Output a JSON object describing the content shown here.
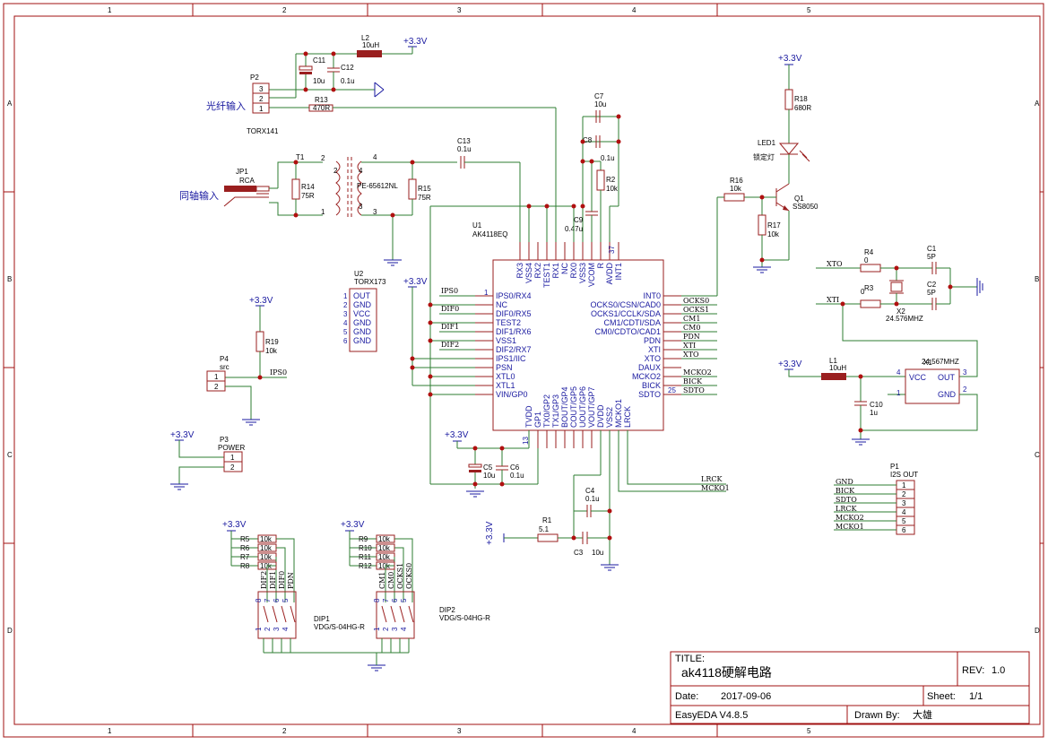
{
  "frame": {
    "cols": [
      "1",
      "2",
      "3",
      "4",
      "5"
    ],
    "rows": [
      "A",
      "B",
      "C",
      "D"
    ]
  },
  "title_block": {
    "title_label": "TITLE:",
    "title": "ak4118硬解电路",
    "rev_label": "REV:",
    "rev": "1.0",
    "date_label": "Date:",
    "date": "2017-09-06",
    "sheet_label": "Sheet:",
    "sheet": "1/1",
    "tool": "EasyEDA V4.8.5",
    "drawn_label": "Drawn By:",
    "drawn_by": "大雄"
  },
  "labels": {
    "optical_input": "光纤输入",
    "coax_input": "同轴输入",
    "lock_led_label": "锁定灯"
  },
  "power": {
    "v33": "+3.3V"
  },
  "components": {
    "L2": {
      "ref": "L2",
      "val": "10uH"
    },
    "C11": {
      "ref": "C11",
      "val": "10u"
    },
    "C12": {
      "ref": "C12",
      "val": "0.1u"
    },
    "R13": {
      "ref": "R13",
      "val": "470R"
    },
    "P2": {
      "ref": "P2",
      "pins": [
        "3",
        "2",
        "1"
      ]
    },
    "TORX141": "TORX141",
    "T1": {
      "ref": "T1",
      "pins": [
        "2",
        "1",
        "4",
        "3"
      ]
    },
    "JP1": {
      "ref": "JP1",
      "val": "RCA"
    },
    "R14": {
      "ref": "R14",
      "val": "75R"
    },
    "PE": "PE-65612NL",
    "R15": {
      "ref": "R15",
      "val": "75R"
    },
    "C13": {
      "ref": "C13",
      "val": "0.1u"
    },
    "C7": {
      "ref": "C7",
      "val": "10u"
    },
    "C8": {
      "ref": "C8",
      "val": "0.1u"
    },
    "R2": {
      "ref": "R2",
      "val": "10k"
    },
    "C9": {
      "ref": "C9",
      "val": "0.47u"
    },
    "U1": {
      "ref": "U1",
      "val": "AK4118EQ"
    },
    "U2": {
      "ref": "U2",
      "val": "TORX173",
      "pins": [
        "OUT",
        "GND",
        "VCC",
        "GND",
        "GND",
        "GND"
      ],
      "nums": [
        "1",
        "2",
        "3",
        "4",
        "5",
        "6"
      ]
    },
    "P4": {
      "ref": "P4",
      "val": "src",
      "pins": [
        "1",
        "2"
      ]
    },
    "R19": {
      "ref": "R19",
      "val": "10k"
    },
    "P3": {
      "ref": "P3",
      "val": "POWER",
      "pins": [
        "1",
        "2"
      ]
    },
    "R18": {
      "ref": "R18",
      "val": "680R"
    },
    "LED1": {
      "ref": "LED1"
    },
    "Q1": {
      "ref": "Q1",
      "val": "SS8050"
    },
    "R16": {
      "ref": "R16",
      "val": "10k"
    },
    "R17": {
      "ref": "R17",
      "val": "10k"
    },
    "R4": {
      "ref": "R4",
      "val": "0"
    },
    "R3": {
      "ref": "R3",
      "val": "0"
    },
    "C1": {
      "ref": "C1",
      "val": "5P"
    },
    "C2": {
      "ref": "C2",
      "val": "5P"
    },
    "X2": {
      "ref": "X2",
      "val": "24.576MHZ"
    },
    "X1": {
      "ref": "X1",
      "val": "24.567MHZ",
      "pins": [
        "VCC",
        "OUT",
        "GND"
      ],
      "nums": [
        "4",
        "3",
        "1",
        "2"
      ]
    },
    "L1": {
      "ref": "L1",
      "val": "10uH"
    },
    "C10": {
      "ref": "C10",
      "val": "1u"
    },
    "C5": {
      "ref": "C5",
      "val": "10u"
    },
    "C6": {
      "ref": "C6",
      "val": "0.1u"
    },
    "C4": {
      "ref": "C4",
      "val": "0.1u"
    },
    "C3": {
      "ref": "C3",
      "val": "10u"
    },
    "R1": {
      "ref": "R1",
      "val": "5.1"
    },
    "P1": {
      "ref": "P1",
      "val": "I2S OUT",
      "pins": [
        "1",
        "2",
        "3",
        "4",
        "5",
        "6"
      ],
      "nets": [
        "GND",
        "BICK",
        "SDTO",
        "LRCK",
        "MCKO2",
        "MCKO1"
      ]
    },
    "R5": "R5",
    "R6": "R6",
    "R7": "R7",
    "R8": "R8",
    "R9": "R9",
    "R10": "R10",
    "R11": "R11",
    "R12": "R12",
    "rval": "10k",
    "DIP1": {
      "ref": "DIP1",
      "val": "VDG/S-04HG-R",
      "nets": [
        "DIF2",
        "DIF1",
        "DIF0",
        "PDN"
      ]
    },
    "DIP2": {
      "ref": "DIP2",
      "val": "VDG/S-04HG-R",
      "nets": [
        "CM1",
        "CM0",
        "OCKS1",
        "OCKS0"
      ]
    }
  },
  "u1": {
    "left_pins": [
      "IPS0/RX4",
      "NC",
      "DIF0/RX5",
      "TEST2",
      "DIF1/RX6",
      "VSS1",
      "DIF2/RX7",
      "IPS1/IIC",
      "PSN",
      "XTL0",
      "XTL1",
      "VIN/GP0"
    ],
    "right_pins": [
      "INT0",
      "OCKS0/CSN/CAD0",
      "OCKS1/CCLK/SDA",
      "CM1/CDTI/SDA",
      "CM0/CDTO/CAD1",
      "PDN",
      "XTI",
      "XTO",
      "DAUX",
      "MCKO2",
      "BICK",
      "SDTO"
    ],
    "top_pins": [
      "RX3",
      "VSS4",
      "RX2",
      "TEST1",
      "RX1",
      "NC",
      "RX0",
      "VSS3",
      "VCOM",
      "R",
      "AVDD",
      "INT1"
    ],
    "bottom_pins": [
      "TVDD",
      "GP1",
      "TX0/GP2",
      "TX1/GP3",
      "BOUT/GP4",
      "COUT/GP5",
      "UOUT/GP6",
      "VOUT/GP7",
      "DVDD",
      "VSS2",
      "MCKO1",
      "LRCK"
    ],
    "pin_nums": [
      "1",
      "37",
      "13",
      "25"
    ]
  },
  "nets": {
    "left": [
      "IPS0",
      "DIF0",
      "DIF1",
      "DIF2"
    ],
    "right": [
      "OCKS0",
      "OCKS1",
      "CM1",
      "CM0",
      "PDN",
      "XTI",
      "XTO",
      "MCKO2",
      "BICK",
      "SDTO"
    ],
    "bottom": [
      "LRCK",
      "MCKO1"
    ],
    "xtal": [
      "XTO",
      "XTI"
    ],
    "ips0": "IPS0",
    "dip_nums": [
      "8",
      "7",
      "6",
      "5",
      "1",
      "2",
      "3",
      "4"
    ]
  }
}
